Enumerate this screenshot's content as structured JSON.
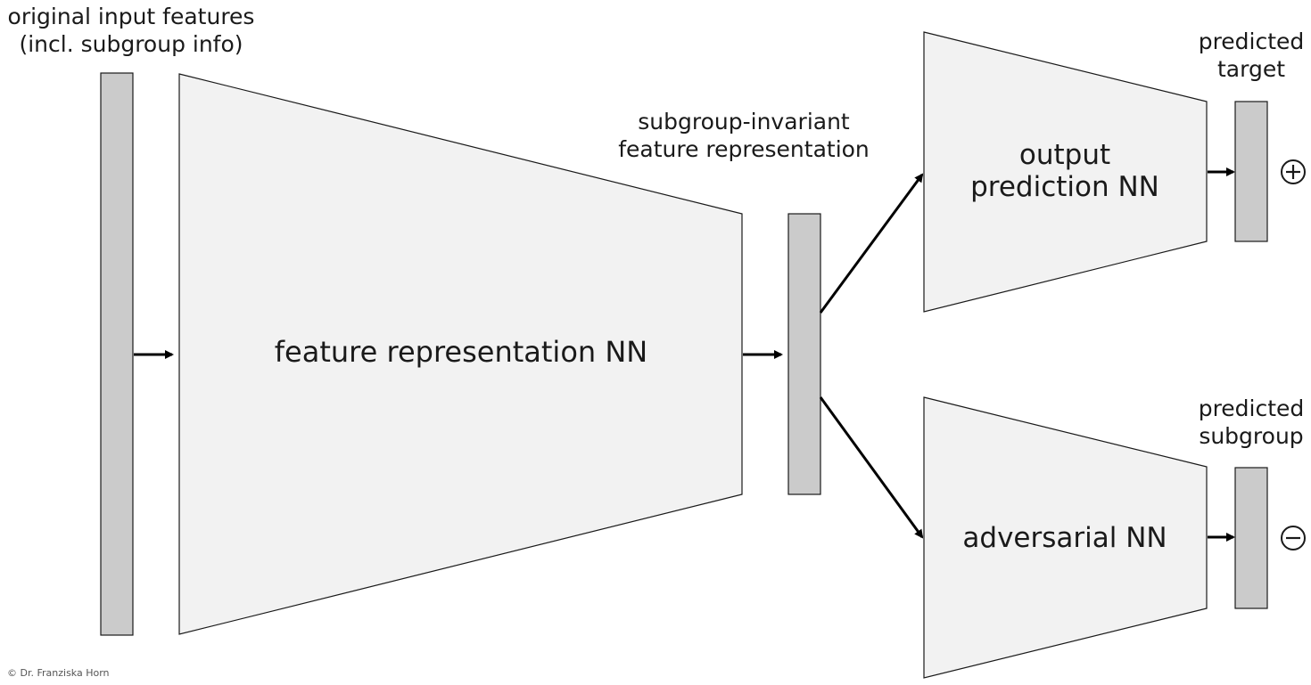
{
  "labels": {
    "input_line1": "original input features",
    "input_line2": "(incl. subgroup info)",
    "feature_nn": "feature representation NN",
    "invariant_line1": "subgroup-invariant",
    "invariant_line2": "feature representation",
    "output_nn_line1": "output",
    "output_nn_line2": "prediction NN",
    "adversarial_nn": "adversarial NN",
    "target_line1": "predicted",
    "target_line2": "target",
    "subgroup_line1": "predicted",
    "subgroup_line2": "subgroup"
  },
  "copyright": "© Dr. Franziska Horn",
  "colors": {
    "network_fill": "#f2f2f2",
    "vector_fill": "#cbcbcb",
    "stroke": "#1a1a1a"
  }
}
